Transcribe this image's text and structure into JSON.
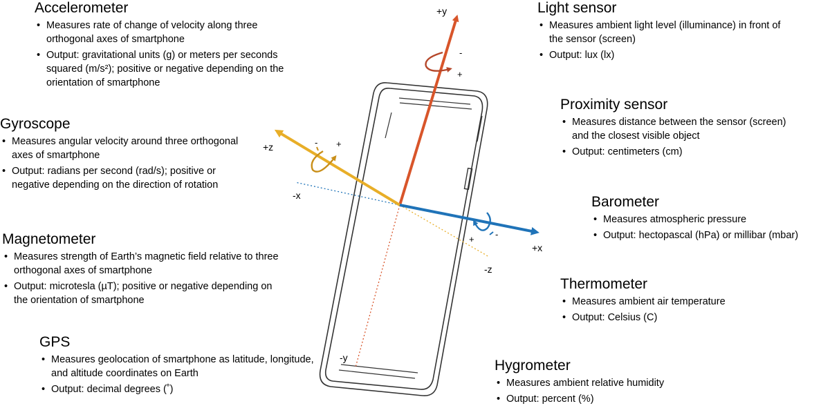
{
  "sensors": {
    "accelerometer": {
      "title": "Accelerometer",
      "b1": "Measures rate of change of velocity along three orthogonal axes of smartphone",
      "b2": "Output: gravitational units (g) or meters per seconds squared (m/s²); positive or negative depending on the orientation of smartphone"
    },
    "gyroscope": {
      "title": "Gyroscope",
      "b1": "Measures angular velocity around three orthogonal axes of smartphone",
      "b2": "Output: radians per second (rad/s); positive or negative depending on the direction of rotation"
    },
    "magnetometer": {
      "title": "Magnetometer",
      "b1": "Measures strength of Earth’s magnetic field relative to three orthogonal axes of smartphone",
      "b2": "Output: microtesla (µT); positive or negative depending on the orientation of smartphone"
    },
    "gps": {
      "title": "GPS",
      "b1": "Measures geolocation of smartphone as latitude, longitude, and altitude coordinates on Earth",
      "b2": "Output: decimal degrees (˚)"
    },
    "light": {
      "title": "Light sensor",
      "b1": "Measures ambient light level (illuminance) in front of the sensor (screen)",
      "b2": "Output: lux (lx)"
    },
    "proximity": {
      "title": "Proximity sensor",
      "b1": "Measures distance between the sensor (screen) and the closest visible object",
      "b2": "Output: centimeters (cm)"
    },
    "barometer": {
      "title": "Barometer",
      "b1": "Measures atmospheric pressure",
      "b2": "Output: hectopascal (hPa)  or millibar (mbar)"
    },
    "thermometer": {
      "title": "Thermometer",
      "b1": "Measures ambient air temperature",
      "b2": "Output: Celsius (C)"
    },
    "hygrometer": {
      "title": "Hygrometer",
      "b1": "Measures ambient relative humidity",
      "b2": "Output: percent (%)"
    }
  },
  "axes": {
    "pos_y": "+y",
    "neg_y": "-y",
    "pos_x": "+x",
    "neg_x": "-x",
    "pos_z": "+z",
    "neg_z": "-z",
    "plus": "+",
    "minus": "-"
  },
  "colors": {
    "y_axis": "#d8552a",
    "x_axis": "#1f73b8",
    "z_axis": "#e8ae28",
    "phone_outline": "#333333"
  }
}
